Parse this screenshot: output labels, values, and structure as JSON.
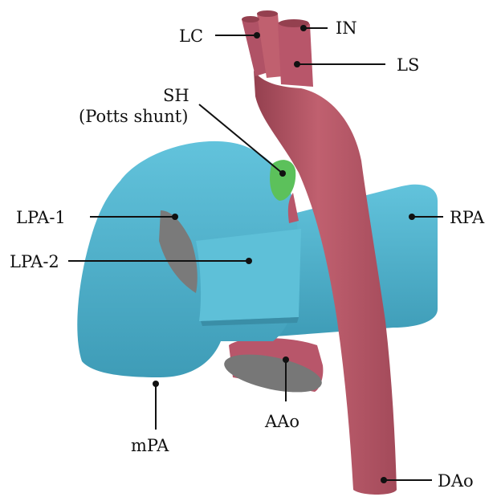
{
  "colors": {
    "pulmonary": "#55b9d2",
    "pulmonary_shade": "#3b98b3",
    "aorta": "#b8566a",
    "aorta_shade": "#94404f",
    "shunt": "#5cc15b",
    "cut_face": "#7a7a7a",
    "text": "#111111"
  },
  "labels": {
    "lc": "LC",
    "in": "IN",
    "ls": "LS",
    "sh": "SH",
    "sh_note": "(Potts shunt)",
    "lpa1": "LPA-1",
    "lpa2": "LPA-2",
    "rpa": "RPA",
    "mpa": "mPA",
    "aao": "AAo",
    "dao": "DAo"
  }
}
